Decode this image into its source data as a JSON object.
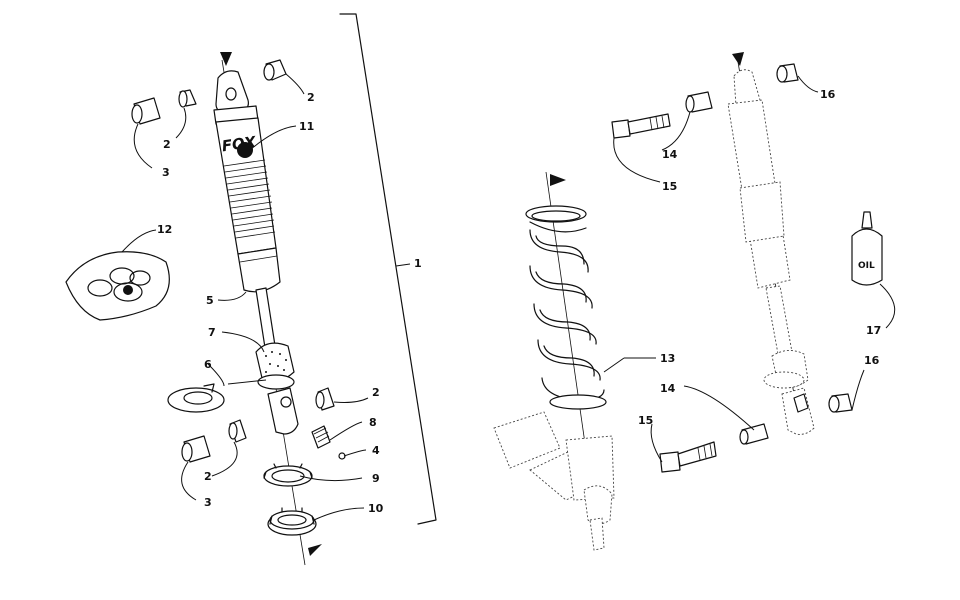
{
  "callouts": {
    "c1": "1",
    "c2a": "2",
    "c2b": "2",
    "c2c": "2",
    "c2d": "2",
    "c3a": "3",
    "c3b": "3",
    "c4": "4",
    "c5": "5",
    "c6": "6",
    "c7": "7",
    "c8": "8",
    "c9": "9",
    "c10": "10",
    "c11": "11",
    "c12": "12",
    "c13": "13",
    "c14a": "14",
    "c14b": "14",
    "c15a": "15",
    "c15b": "15",
    "c16a": "16",
    "c16b": "16",
    "c17": "17"
  },
  "labels": {
    "brand": "FOX",
    "oil": "OIL"
  }
}
